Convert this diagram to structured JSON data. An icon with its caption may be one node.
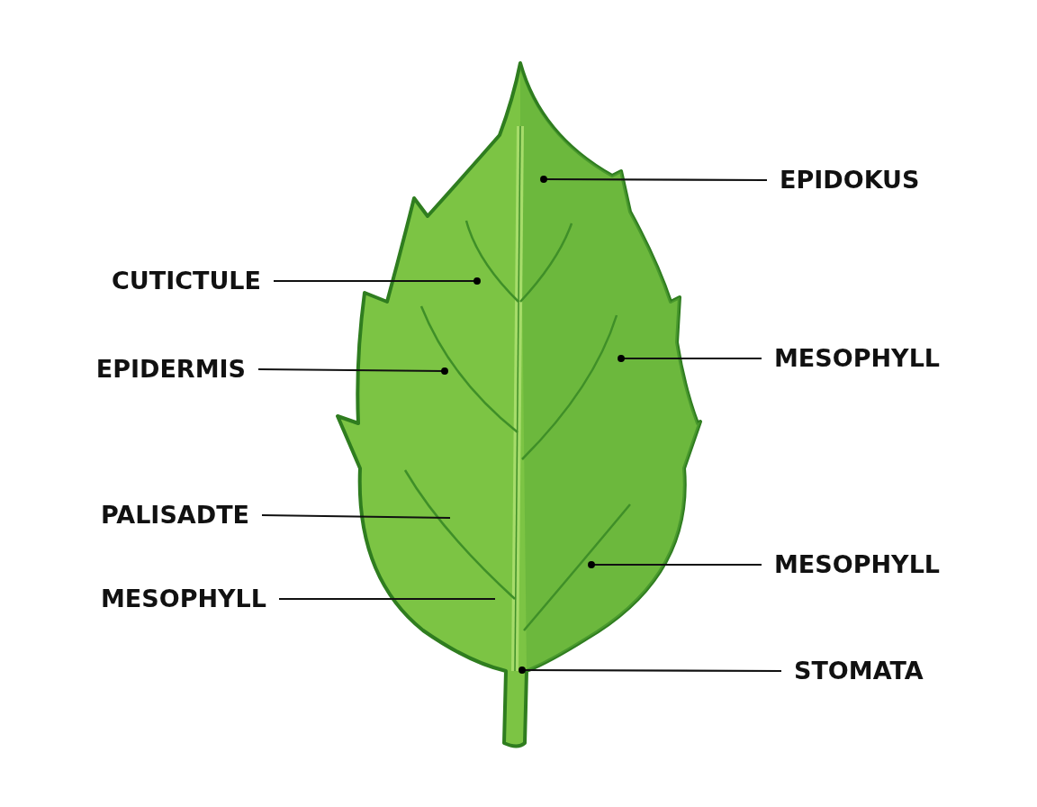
{
  "diagram": {
    "nodes": [
      {
        "text": [],
        "shape": "picture"
      },
      {
        "text": [
          "EPIDOKUS"
        ]
      },
      {
        "text": [
          "CUTICTULE"
        ]
      },
      {
        "text": [
          "EPIDERMIS"
        ]
      },
      {
        "text": [
          "MESOPHYLL"
        ]
      },
      {
        "text": [
          "PALISADTE"
        ]
      },
      {
        "text": [
          "MESOPHYLL"
        ]
      },
      {
        "text": [
          "MESOPHYLL"
        ]
      },
      {
        "text": [
          "STOMATA"
        ]
      }
    ],
    "edges": [
      {
        "from": 1,
        "to": 0,
        "arrow": "other"
      },
      {
        "from": 2,
        "to": 0,
        "arrow": "other"
      },
      {
        "from": 3,
        "to": 0,
        "arrow": "other"
      },
      {
        "from": 4,
        "to": 0,
        "arrow": "other"
      },
      {
        "from": 5,
        "to": 0,
        "arrow": "none"
      },
      {
        "from": 6,
        "to": 0,
        "arrow": "other"
      },
      {
        "from": 7,
        "to": 0,
        "arrow": "none"
      },
      {
        "from": 8,
        "to": 0,
        "arrow": "other"
      }
    ]
  }
}
